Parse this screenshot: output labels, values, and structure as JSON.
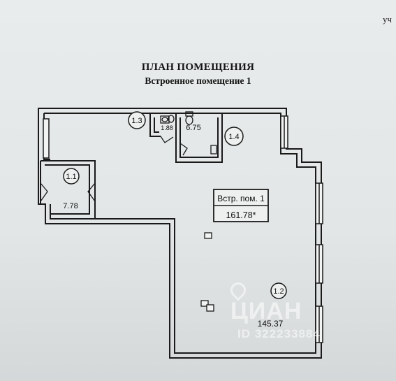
{
  "header": {
    "corner_text": "уч",
    "title": "ПЛАН ПОМЕЩЕНИЯ",
    "subtitle": "Встроенное помещение 1"
  },
  "plan": {
    "premise_box": {
      "name": "Встр. пом. 1",
      "area": "161.78*"
    },
    "rooms": [
      {
        "id": "1.1",
        "area": "7.78"
      },
      {
        "id": "1.2",
        "area": "145.37"
      },
      {
        "id": "1.3",
        "area": "1.88"
      },
      {
        "id": "1.4",
        "area": "6.75"
      }
    ]
  },
  "watermark": {
    "brand": "ЦИАН",
    "id_text": "ID 322233884"
  }
}
